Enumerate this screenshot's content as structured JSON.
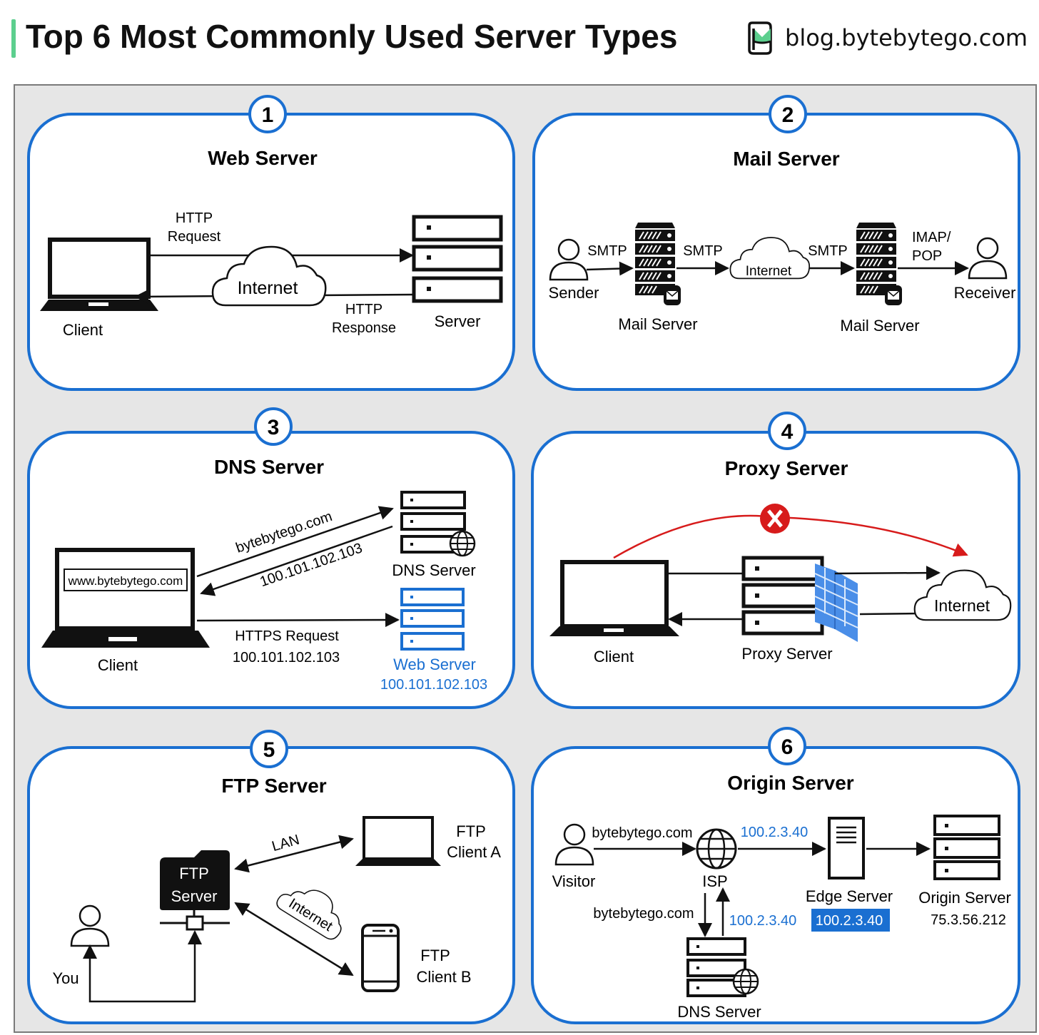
{
  "header": {
    "title": "Top 6 Most Commonly Used Server Types",
    "brand": "blog.bytebytego.com"
  },
  "panels": {
    "web": {
      "number": "1",
      "title": "Web Server",
      "client": "Client",
      "internet": "Internet",
      "server": "Server",
      "request_1": "HTTP",
      "request_2": "Request",
      "response_1": "HTTP",
      "response_2": "Response"
    },
    "mail": {
      "number": "2",
      "title": "Mail Server",
      "sender": "Sender",
      "receiver": "Receiver",
      "smtp": "SMTP",
      "internet": "Internet",
      "mail_server": "Mail Server",
      "imap_1": "IMAP/",
      "imap_2": "POP"
    },
    "dns": {
      "number": "3",
      "title": "DNS Server",
      "url": "www.bytebytego.com",
      "client": "Client",
      "query": "bytebytego.com",
      "answer": "100.101.102.103",
      "dns_server": "DNS Server",
      "https_request": "HTTPS Request",
      "request_ip": "100.101.102.103",
      "web_server": "Web Server",
      "web_ip": "100.101.102.103"
    },
    "proxy": {
      "number": "4",
      "title": "Proxy Server",
      "client": "Client",
      "proxy_server": "Proxy Server",
      "internet": "Internet"
    },
    "ftp": {
      "number": "5",
      "title": "FTP Server",
      "ftp_1": "FTP",
      "ftp_2": "Server",
      "lan": "LAN",
      "internet": "Internet",
      "client_a_1": "FTP",
      "client_a_2": "Client A",
      "client_b_1": "FTP",
      "client_b_2": "Client B",
      "you": "You"
    },
    "origin": {
      "number": "6",
      "title": "Origin Server",
      "visitor": "Visitor",
      "query": "bytebytego.com",
      "isp": "ISP",
      "ip": "100.2.3.40",
      "edge": "Edge Server",
      "edge_ip": "100.2.3.40",
      "origin": "Origin Server",
      "origin_ip": "75.3.56.212",
      "dns_query": "bytebytego.com",
      "dns_ip": "100.2.3.40",
      "dns_server": "DNS Server"
    }
  },
  "colors": {
    "panel_border": "#1a6fd1",
    "ip_blue": "#1a6fd1",
    "accent_green": "#5ccf8e",
    "blocked_red": "#d71b1b",
    "frame_bg": "#e6e6e6",
    "highlight_bg": "#1a6fd1"
  }
}
